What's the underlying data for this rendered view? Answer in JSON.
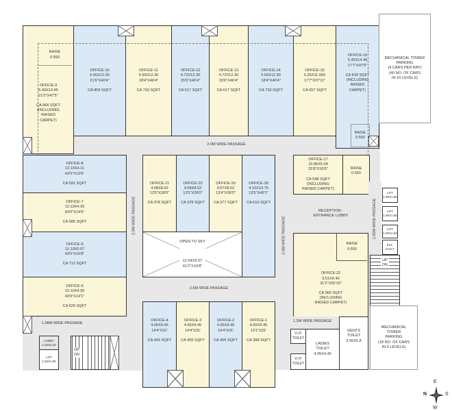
{
  "rooms": {
    "office_9": [
      "OFFICE-9",
      "6.40X14.45",
      "21'0\"X47'5\"",
      "",
      "CA 966 SQFT",
      "(INCLUDING",
      "RAISED",
      "CARPET)"
    ],
    "raise_9": [
      "RAISE",
      "0.550"
    ],
    "office_10": [
      "OFFICE-10",
      "6.55X12.30",
      "21'6\"X40'4\"",
      "",
      "CA 859 SQFT"
    ],
    "office_11": [
      "OFFICE-11",
      "5.60X12.30",
      "18'4\"X40'4\"",
      "",
      "CA 733 SQFT"
    ],
    "office_12": [
      "OFFICE-12",
      "4.72X12.30",
      "15'6\"X40'4\"",
      "",
      "CA 617 SQFT"
    ],
    "office_13": [
      "OFFICE-13",
      "4.72X12.30",
      "15'6\"X40'4\"",
      "",
      "CA 617 SQFT"
    ],
    "office_14": [
      "OFFICE-14",
      "5.59X12.30",
      "18'4\"X40'4\"",
      "",
      "CA 733 SQFT"
    ],
    "office_15": [
      "OFFICE-15",
      "5.35X11.550",
      "17'7\"X37'11\"",
      "",
      "CA 657 SQFT"
    ],
    "office_16": [
      "OFFICE-16",
      "5.35X14.45",
      "17'7\"X47'5\"",
      "",
      "CA 818 SQFT",
      "(INCLUDING",
      "RAISED",
      "CARPET)"
    ],
    "raise_16": [
      "RAISE",
      "0.550"
    ],
    "mech_parking_1": [
      "MECHANICAL TOWER",
      "PARKING",
      "(4 CARS PER BAY)",
      "(40 NO. OF CARS",
      "IN 10 LEVELS)"
    ],
    "passage_top": [
      "2.0M WIDE PASSAGE"
    ],
    "office_8": [
      "OFFICE-8",
      "13.10X4.11",
      "43'0\"X13'6\"",
      "",
      "CA 591 SQFT"
    ],
    "office_7": [
      "OFFICE-7",
      "13.10X4.26",
      "43'0\"X14'0\"",
      "",
      "CA 585 SQFT"
    ],
    "office_6": [
      "OFFICE-6",
      "13.10X5.07",
      "43'0\"X16'8\"",
      "",
      "CA 712 SQFT"
    ],
    "office_5": [
      "OFFICE-5",
      "13.10X4.30",
      "43'0\"X14'1\"",
      "",
      "CA 626 SQFT"
    ],
    "passage_left_v": [
      "2.0M WIDE PASSAGE"
    ],
    "office_21": [
      "OFFICE-21",
      "4.08X8.52",
      "13'5\"X28'0\"",
      "",
      "CA 378 SQFT"
    ],
    "office_20": [
      "OFFICE-20",
      "4.08X8.52",
      "13'5\"X28'0\"",
      "",
      "CA 378 SQFT"
    ],
    "office_19": [
      "OFFICE-19",
      "4.07X8.52",
      "13'4\"X28'0\"",
      "",
      "CA 377 SQFT"
    ],
    "office_18": [
      "OFFICE-18",
      "4.10X13.75",
      "13'5\"X45'1\"",
      "",
      "CA 610 SQFT"
    ],
    "open_to_sky": [
      "OPEN TO SKY",
      "",
      "",
      "",
      "12.54X5.07",
      "41'2\"X16'8\""
    ],
    "passage_mid": [
      "2.5M WIDE PASSAGE"
    ],
    "passage_right_v": [
      "2.0M WIDE PASSAGE"
    ],
    "office_17": [
      "OFFICE-17",
      "10.86X5.04",
      "25'8\"X16'6\"",
      "",
      "CA 548 SQFT",
      "(INCLUDING",
      "RAISED CARPET)"
    ],
    "raise_17": [
      "RAISE",
      "0.550"
    ],
    "reception": [
      "RECEPTION -",
      "ENTRANCE LOBBY"
    ],
    "office_22": [
      "OFFICE-22",
      "9.51X9.40",
      "31'2\"X30'10\"",
      "",
      "CA 965 SQFT",
      "(INCLUDING",
      "RAISED CARPET)"
    ],
    "raise_22": [
      "RAISE",
      "0.550"
    ],
    "passage_150": [
      "1.50M WIDE PASSAGE"
    ],
    "lift_1": [
      "LIFT",
      "1.90X1.90"
    ],
    "lift_2": [
      "LIFT",
      "1.90X1.90"
    ],
    "lift_3": [
      "LIFT",
      "1.90X1.50"
    ],
    "ele_duct": [
      "ELE.",
      "DUCT"
    ],
    "stair_right": [
      "UP",
      "DN"
    ],
    "mech_parking_2": [
      "MECHANICAL",
      "TOWER",
      "PARKING",
      "(18 NO. OF CARS",
      "IN 6 LEVELS)"
    ],
    "passage_12": [
      "1.2M WIDE PASSAGE"
    ],
    "vip_toilet_1": [
      "V.I.P.",
      "TOILET"
    ],
    "vip_toilet_2": [
      "V.I.P.",
      "TOILET"
    ],
    "ladies_toilet": [
      "LADIES",
      "TOILET",
      "4.05X4.45"
    ],
    "gents_toilet": [
      "GENTS",
      "TOILET",
      "3.56X5.8"
    ],
    "office_4": [
      "OFFICE-4",
      "4.05X9.45",
      "14'4\"X31'",
      "",
      "CA 403 SQFT"
    ],
    "office_3": [
      "OFFICE-3",
      "4.05X9.45",
      "14'4\"X31'",
      "",
      "CA 405 SQFT"
    ],
    "office_2": [
      "OFFICE-2",
      "4.05X9.45",
      "14'4\"X31'",
      "",
      "CA 405 SQFT"
    ],
    "office_1": [
      "OFFICE-1",
      "4.00X9.45",
      "13'1\"X31'",
      "",
      "CA 398 SQFT"
    ],
    "passage_196": [
      "1.96M WIDE PASSAGE"
    ],
    "lobby": [
      "LOBBY",
      "2.25X2.25"
    ],
    "lift_left": [
      "LIFT",
      "2.25X1.95"
    ],
    "stair_left": [
      "UP",
      "DN"
    ]
  },
  "compass": {
    "n": "N",
    "e": "E",
    "s": "S",
    "w": "W"
  },
  "colors": {
    "office_yellow": "#fbf6d8",
    "office_blue": "#dbe9f7",
    "passage_grey": "#e8e8e8",
    "wall": "#444444"
  }
}
